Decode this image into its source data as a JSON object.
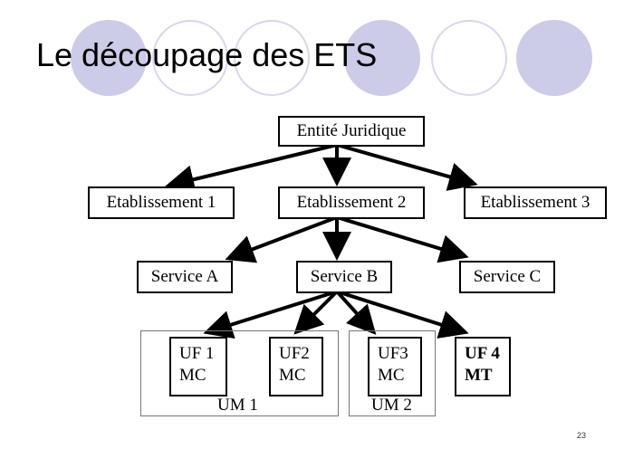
{
  "slide": {
    "title": "Le découpage des ETS",
    "page_number": "23"
  },
  "colors": {
    "circle_fill": "#cccce8",
    "circle_ring": "#d8d8ec"
  },
  "nodes": {
    "entite_juridique": "Entité Juridique",
    "etablissement_1": "Etablissement 1",
    "etablissement_2": "Etablissement 2",
    "etablissement_3": "Etablissement 3",
    "service_a": "Service A",
    "service_b": "Service B",
    "service_c": "Service C",
    "uf1": {
      "line1": "UF 1",
      "line2": "MC"
    },
    "uf2": {
      "line1": "UF2",
      "line2": "MC"
    },
    "uf3": {
      "line1": "UF3",
      "line2": "MC"
    },
    "uf4": {
      "line1": "UF 4",
      "line2": "MT"
    }
  },
  "groups": {
    "um1": "UM 1",
    "um2": "UM 2"
  }
}
